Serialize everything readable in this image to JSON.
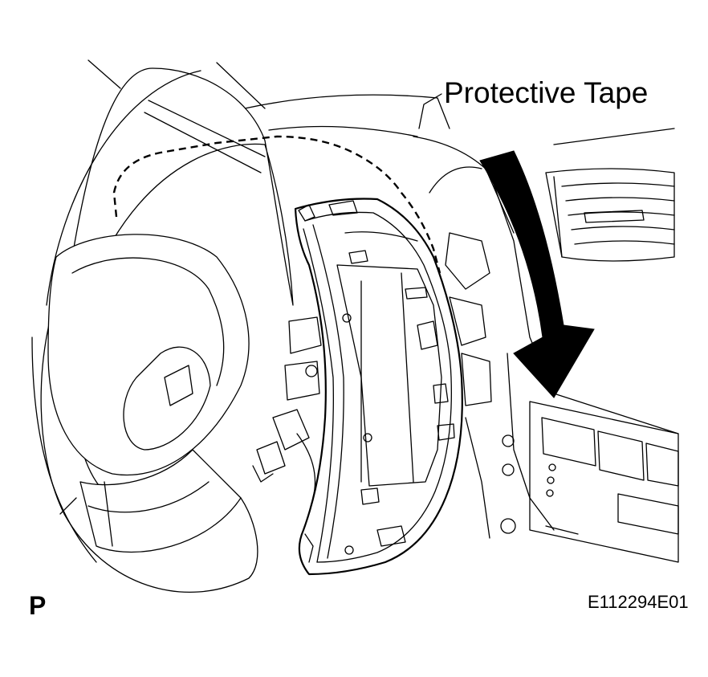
{
  "labels": {
    "protective_tape": "Protective Tape",
    "view_letter": "P",
    "figure_code": "E112294E01"
  },
  "icons": {
    "arrow": "down-arrow-icon"
  },
  "colors": {
    "line": "#000000",
    "background": "#ffffff"
  }
}
